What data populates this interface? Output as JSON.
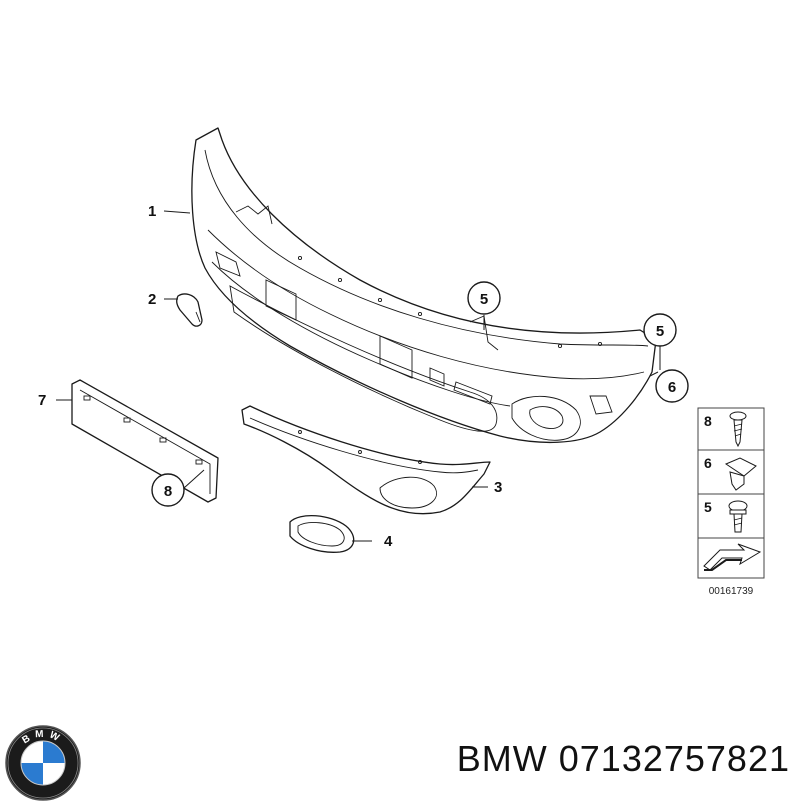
{
  "diagram": {
    "part_labels": {
      "p1": "1",
      "p2": "2",
      "p3": "3",
      "p4": "4",
      "p5a": "5",
      "p5b": "5",
      "p6": "6",
      "p7": "7",
      "p8": "8"
    },
    "legend": {
      "items": [
        "8",
        "6",
        "5"
      ],
      "reference": "00161739"
    }
  },
  "caption": {
    "brand": "BMW",
    "part_number": "07132757821",
    "text": "BMW 07132757821"
  },
  "logo": {
    "letters": "BMW",
    "colors": {
      "blue": "#2b7bd0",
      "white": "#ffffff",
      "ring": "#111111"
    }
  }
}
